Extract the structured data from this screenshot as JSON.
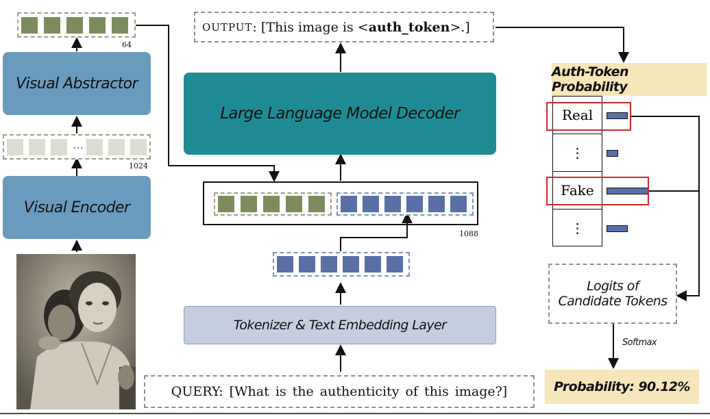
{
  "output_text": {
    "prefix": "OUTPUT",
    "before": ": [This image is <",
    "token": "auth_token",
    "after": ">.]"
  },
  "visual_abstractor": "Visual Abstractor",
  "visual_encoder": "Visual Encoder",
  "llm_decoder": "Large Language Model Decoder",
  "tokenizer": "Tokenizer & Text Embedding Layer",
  "query": "QUERY: [What is the authenticity of this image?]",
  "dims": {
    "abstract_tokens": "64",
    "visual_tokens": "1024",
    "combined_tokens": "1088"
  },
  "ellipsis": "…",
  "prob_panel": {
    "title": "Auth-Token Probability",
    "rows": [
      {
        "label": "Real",
        "bar": 0.28
      },
      {
        "label": "⋮",
        "bar": 0.15
      },
      {
        "label": "Fake",
        "bar": 0.55
      },
      {
        "label": "⋮",
        "bar": 0.28
      }
    ]
  },
  "logits": {
    "line1": "Logits of",
    "line2": "Candidate Tokens"
  },
  "softmax": "Softmax",
  "probability": "Probability:  90.12%",
  "colors": {
    "visual_block": "#6a9bbd",
    "llm_block": "#1f8b94",
    "tokenizer_block": "#c5cde0",
    "olive": "#7d8c5c",
    "blue": "#5b6fa7",
    "highlight": "#f7e6b9",
    "red_box": "#cc2b2b"
  }
}
